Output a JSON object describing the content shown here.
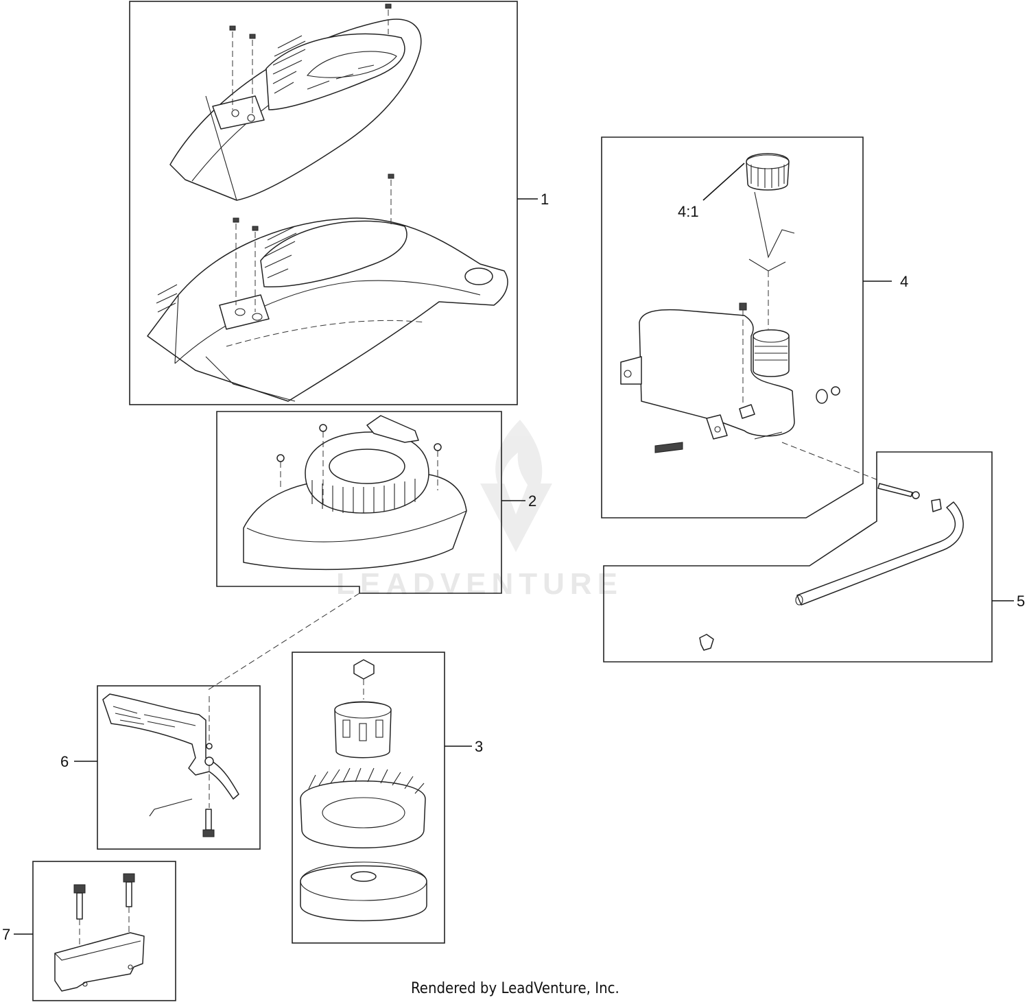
{
  "callouts": {
    "c1": "1",
    "c2": "2",
    "c3": "3",
    "c4": "4",
    "c4_1": "4:1",
    "c5": "5",
    "c6": "6",
    "c7": "7"
  },
  "watermark": "LEADVENTURE",
  "footer": "Rendered by LeadVenture, Inc."
}
